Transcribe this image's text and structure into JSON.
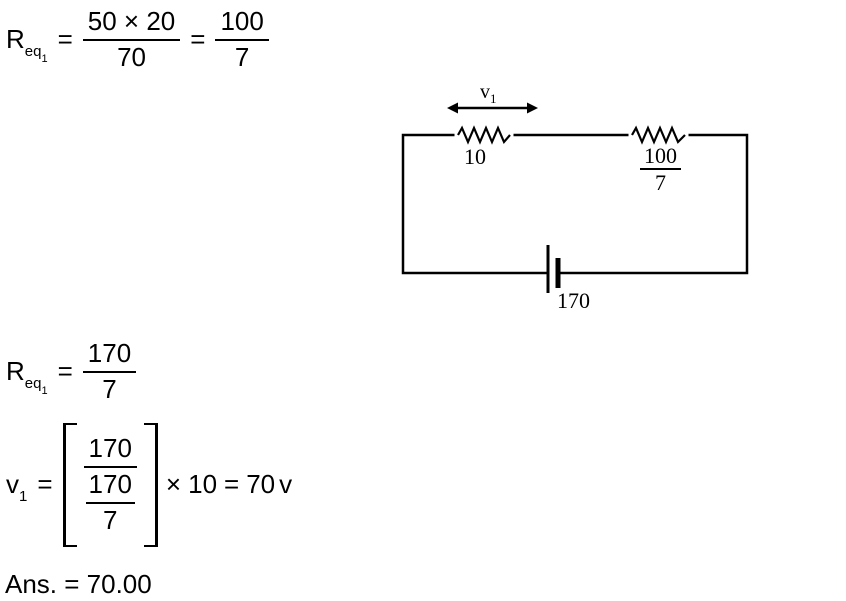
{
  "page": {
    "background": "#ffffff",
    "text_color": "#000000"
  },
  "eq1": {
    "var_base": "R",
    "var_sub": "eq",
    "var_subsub": "1",
    "equals1": "=",
    "frac1": {
      "num": "50 × 20",
      "den": "70"
    },
    "equals2": "=",
    "frac2": {
      "num": "100",
      "den": "7"
    }
  },
  "circuit": {
    "v1": {
      "base": "v",
      "sub": "1"
    },
    "resistor1_label": "10",
    "resistor2": {
      "num": "100",
      "den": "7"
    },
    "battery_label": "170"
  },
  "eq2": {
    "var_base": "R",
    "var_sub": "eq",
    "var_subsub": "1",
    "equals": "=",
    "frac": {
      "num": "170",
      "den": "7"
    }
  },
  "eq3": {
    "var_base": "v",
    "var_sub": "1",
    "equals1": "=",
    "outer_num": "170",
    "inner_num": "170",
    "inner_den": "7",
    "times_sign": "×",
    "multiplier": "10",
    "equals2": "=",
    "result": "70",
    "unit": "v"
  },
  "answer_line": "Ans. = 70.00"
}
